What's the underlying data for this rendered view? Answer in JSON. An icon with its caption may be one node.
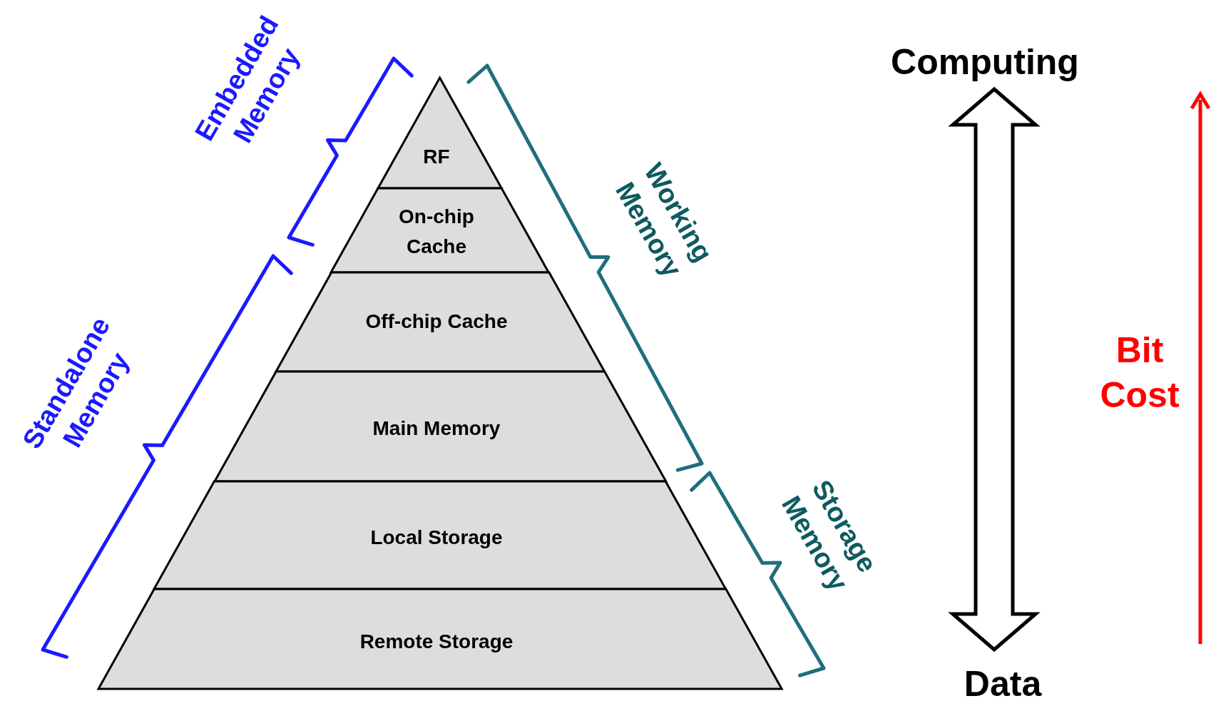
{
  "diagram": {
    "nodes": [
      {
        "text": [
          "RF"
        ]
      },
      {
        "text": [
          "On-chip Cache"
        ]
      },
      {
        "text": [
          "Off-chip Cache"
        ]
      },
      {
        "text": [
          "Main Memory"
        ]
      },
      {
        "text": [
          "Local Storage"
        ]
      },
      {
        "text": [
          "Remote Storage"
        ]
      },
      {
        "text": [
          "Computing"
        ]
      },
      {
        "text": [
          "Data"
        ]
      }
    ],
    "edges": [
      {
        "from": 6,
        "to": 7,
        "arrow": "both"
      }
    ],
    "labels": [
      "Embedded Memory",
      "Working Memory",
      "Standalone Memory",
      "Storage Memory",
      "Bit Cost"
    ]
  }
}
